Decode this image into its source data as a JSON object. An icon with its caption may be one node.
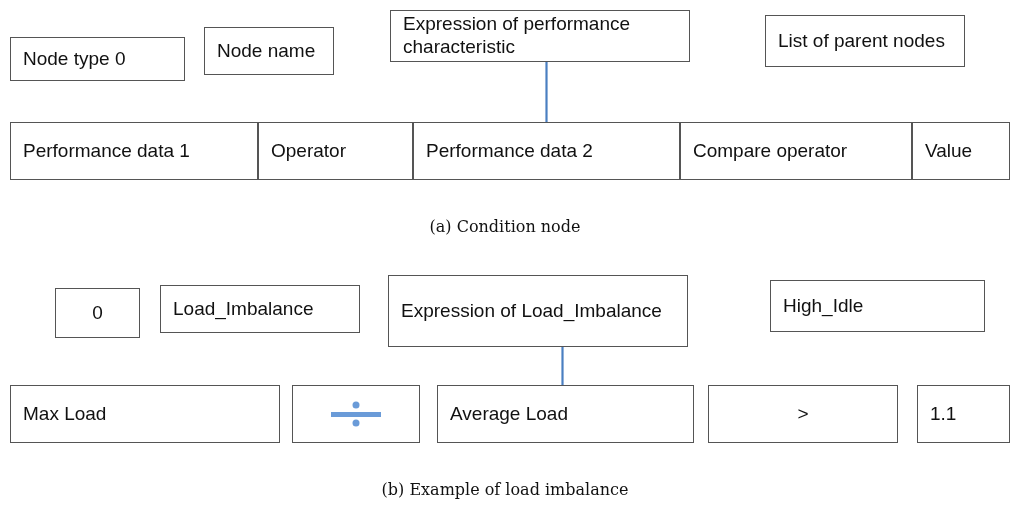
{
  "diagram": {
    "nodes": [
      {
        "text": [
          "Node type 0"
        ]
      },
      {
        "text": [
          "Node name"
        ]
      },
      {
        "text": [
          "Expression of performance characteristic"
        ]
      },
      {
        "text": [
          "List of parent nodes"
        ]
      },
      {
        "text": [
          "Performance data 1"
        ]
      },
      {
        "text": [
          "Operator"
        ]
      },
      {
        "text": [
          "Performance data 2"
        ]
      },
      {
        "text": [
          "Compare operator"
        ]
      },
      {
        "text": [
          "Value"
        ]
      },
      {
        "text": [
          "0"
        ]
      },
      {
        "text": [
          "Load_Imbalance"
        ]
      },
      {
        "text": [
          "Expression of Load_Imbalance"
        ]
      },
      {
        "text": [
          "High_Idle"
        ]
      },
      {
        "text": [
          "Max Load"
        ]
      },
      {
        "text": [],
        "shape": "box"
      },
      {
        "text": [
          "Average Load"
        ]
      },
      {
        "text": [
          ">"
        ]
      },
      {
        "text": [
          "1.1"
        ]
      }
    ],
    "edges": [
      {
        "from": 2,
        "to": 6,
        "arrow": "none"
      },
      {
        "from": 11,
        "to": 15,
        "arrow": "none"
      }
    ],
    "labels": [
      "(a) Condition node",
      "(b) Example of load imbalance"
    ]
  }
}
